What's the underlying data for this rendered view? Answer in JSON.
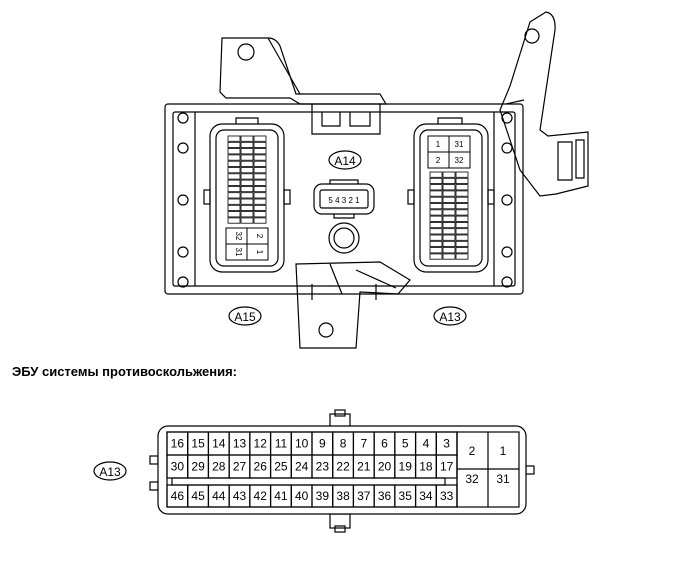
{
  "labels": {
    "a14": "A14",
    "a15": "A15",
    "a13_top": "A13",
    "a13_bottom": "A13"
  },
  "caption": "ЭБУ системы противоскольжения:",
  "a14_pins": "5 4 3 2 1",
  "a15_pin_labels": [
    "32",
    "2",
    "31",
    "1"
  ],
  "a13_top_pin_labels": [
    "1",
    "31",
    "2",
    "32"
  ],
  "connector_a13": {
    "row1": [
      "16",
      "15",
      "14",
      "13",
      "12",
      "11",
      "10",
      "9",
      "8",
      "7",
      "6",
      "5",
      "4",
      "3"
    ],
    "row2": [
      "30",
      "29",
      "28",
      "27",
      "26",
      "25",
      "24",
      "23",
      "22",
      "21",
      "20",
      "19",
      "18",
      "17"
    ],
    "row3": [
      "46",
      "45",
      "44",
      "43",
      "42",
      "41",
      "40",
      "39",
      "38",
      "37",
      "36",
      "35",
      "34",
      "33"
    ],
    "right_top": [
      "2",
      "1"
    ],
    "right_bottom": [
      "32",
      "31"
    ]
  }
}
